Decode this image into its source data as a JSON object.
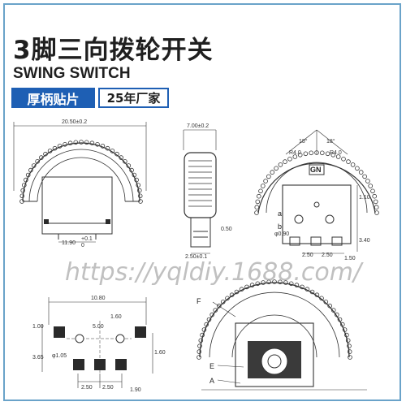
{
  "title": "3脚三向拨轮开关",
  "subtitle": "SWING SWITCH",
  "badges": {
    "mount": "厚柄贴片",
    "factory": "25年厂家"
  },
  "watermark": "https://yqldiy.1688.com/",
  "colors": {
    "accent": "#1e5fb4",
    "frame": "#6aa3c9",
    "line": "#333333"
  },
  "dimensions": {
    "front_width": "20.50±0.2",
    "front_pin": "11.90",
    "front_tol_plus": "+0.1",
    "front_tol_zero": "0",
    "side_top": "7.00±0.2",
    "side_bottom": "2.50±0.1",
    "side_pin": "0.50",
    "angle_left": "18°",
    "angle_right": "18°",
    "r_left": "R4.0",
    "r_right": "R4.0",
    "gn": "GN",
    "hole": "φ0.90",
    "pitch_a": "2.50",
    "pitch_b": "2.50",
    "h1": "1.10",
    "h2": "3.40",
    "h3": "1.50",
    "a_label": "a",
    "b_label": "b",
    "pcb_width": "10.80",
    "pcb_1_60": "1.60",
    "pcb_5_00": "5.00",
    "pcb_1_00": "1.00",
    "pcb_3_65": "3.65",
    "pcb_hole": "φ1.05",
    "pcb_1_60_right": "1.60",
    "pcb_2_50_a": "2.50",
    "pcb_2_50_b": "2.50",
    "pcb_1_90": "1.90"
  },
  "parts": {
    "f": "F",
    "e": "E",
    "a": "A"
  }
}
